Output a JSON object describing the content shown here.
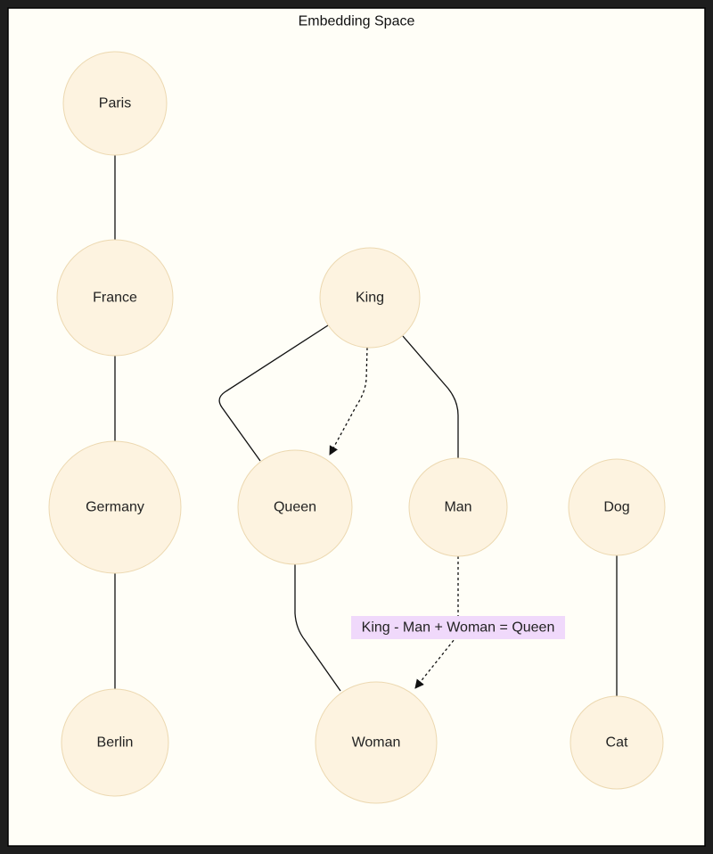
{
  "title": "Embedding Space",
  "nodes": {
    "paris": "Paris",
    "france": "France",
    "germany": "Germany",
    "berlin": "Berlin",
    "king": "King",
    "queen": "Queen",
    "man": "Man",
    "woman": "Woman",
    "dog": "Dog",
    "cat": "Cat"
  },
  "edges": [
    {
      "from": "Paris",
      "to": "France",
      "style": "solid"
    },
    {
      "from": "France",
      "to": "Germany",
      "style": "solid"
    },
    {
      "from": "Germany",
      "to": "Berlin",
      "style": "solid"
    },
    {
      "from": "King",
      "to": "Queen",
      "style": "solid"
    },
    {
      "from": "King",
      "to": "Man",
      "style": "solid"
    },
    {
      "from": "King",
      "to": "Queen",
      "style": "dotted-arrow"
    },
    {
      "from": "Man",
      "to": "Woman",
      "style": "dotted-arrow",
      "label": "King - Man + Woman = Queen"
    },
    {
      "from": "Queen",
      "to": "Woman",
      "style": "solid"
    },
    {
      "from": "Dog",
      "to": "Cat",
      "style": "solid"
    }
  ],
  "edge_label": "King - Man + Woman = Queen",
  "colors": {
    "background": "#fffef7",
    "node_fill": "#fdf3e0",
    "node_stroke": "#ecd8b0",
    "label_bg": "#f0d9fb"
  }
}
